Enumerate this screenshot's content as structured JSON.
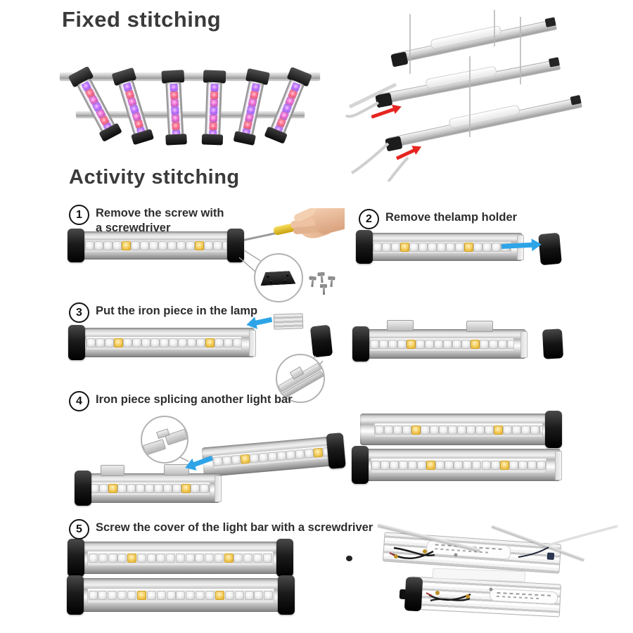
{
  "titles": {
    "fixed": "Fixed stitching",
    "activity": "Activity stitching"
  },
  "steps": [
    {
      "num": "1",
      "label": "Remove the screw with a screwdriver"
    },
    {
      "num": "2",
      "label": "Remove thelamp holder"
    },
    {
      "num": "3",
      "label": "Put the iron piece in the lamp"
    },
    {
      "num": "4",
      "label": "Iron piece splicing another light bar"
    },
    {
      "num": "5",
      "label": "Screw the cover of the light bar with a screwdriver"
    }
  ],
  "colors": {
    "text_color": "#3a3a3a",
    "arrow_blue": "#2da4e8",
    "arrow_red": "#e62520",
    "led_warm": "#f2c64b",
    "led_pink": "#ea63d4"
  },
  "figures": {
    "fixed_rack": {
      "bar_count": 6
    },
    "hanging_rack": {
      "bar_count": 3
    },
    "step4_pair": {
      "bar_count": 2
    },
    "step5_pair": {
      "bar_count": 2
    }
  }
}
